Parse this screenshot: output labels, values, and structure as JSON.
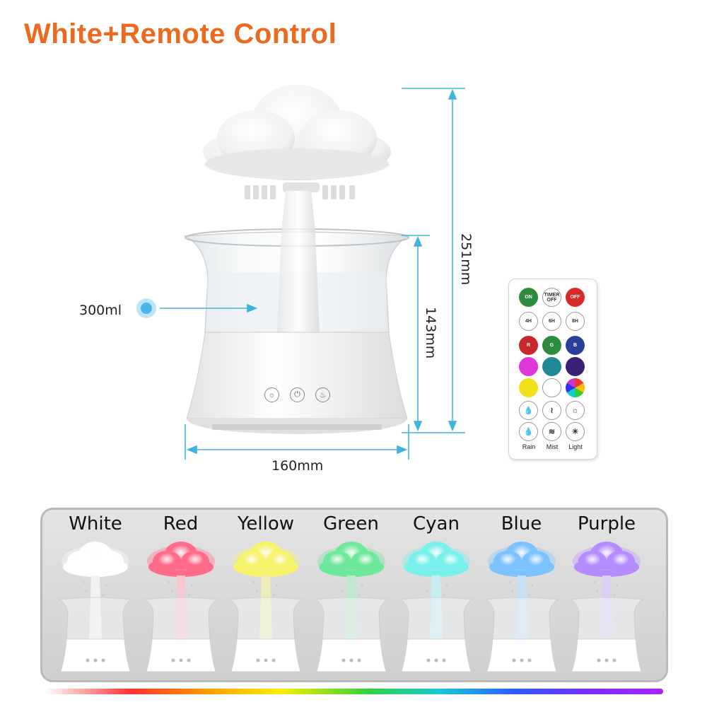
{
  "title": "White+Remote Control",
  "dimensions": {
    "width": "160mm",
    "tank_height": "143mm",
    "total_height": "251mm",
    "capacity": "300ml"
  },
  "colors": {
    "title": "#ec6a1f",
    "dimension_lines": "#3fb3e0"
  },
  "remote": {
    "rows": [
      [
        {
          "label": "ON",
          "color": "#2e8b3e"
        },
        {
          "label": "TIMER OFF",
          "color": "#ffffff"
        },
        {
          "label": "OFF",
          "color": "#d92a2a"
        }
      ],
      [
        {
          "label": "4H",
          "color": "#ffffff"
        },
        {
          "label": "6H",
          "color": "#ffffff"
        },
        {
          "label": "8H",
          "color": "#ffffff"
        }
      ],
      [
        {
          "label": "R",
          "color": "#c8262c"
        },
        {
          "label": "G",
          "color": "#2e8b3e"
        },
        {
          "label": "B",
          "color": "#2b3f9a"
        }
      ],
      [
        {
          "label": "",
          "color": "#e035d8"
        },
        {
          "label": "",
          "color": "#1f8a96"
        },
        {
          "label": "",
          "color": "#3c1f77"
        }
      ],
      [
        {
          "label": "",
          "color": "#f2e01a"
        },
        {
          "label": "",
          "color": "#ffffff"
        },
        {
          "label": "",
          "color": "rainbow"
        }
      ]
    ],
    "mode_labels": [
      "Rain",
      "Mist",
      "Light"
    ]
  },
  "color_modes": [
    {
      "name": "White",
      "glow": "#ffffff",
      "stem": "#f2f2f2"
    },
    {
      "name": "Red",
      "glow": "#ff6b88",
      "stem": "#f6c9d2"
    },
    {
      "name": "Yellow",
      "glow": "#f6f46a",
      "stem": "#efeeb6"
    },
    {
      "name": "Green",
      "glow": "#6ee89a",
      "stem": "#bfe9cf"
    },
    {
      "name": "Cyan",
      "glow": "#79f0ec",
      "stem": "#c4eef0"
    },
    {
      "name": "Blue",
      "glow": "#7cc2ff",
      "stem": "#c8e0f6"
    },
    {
      "name": "Purple",
      "glow": "#b48cff",
      "stem": "#dccff4"
    }
  ]
}
